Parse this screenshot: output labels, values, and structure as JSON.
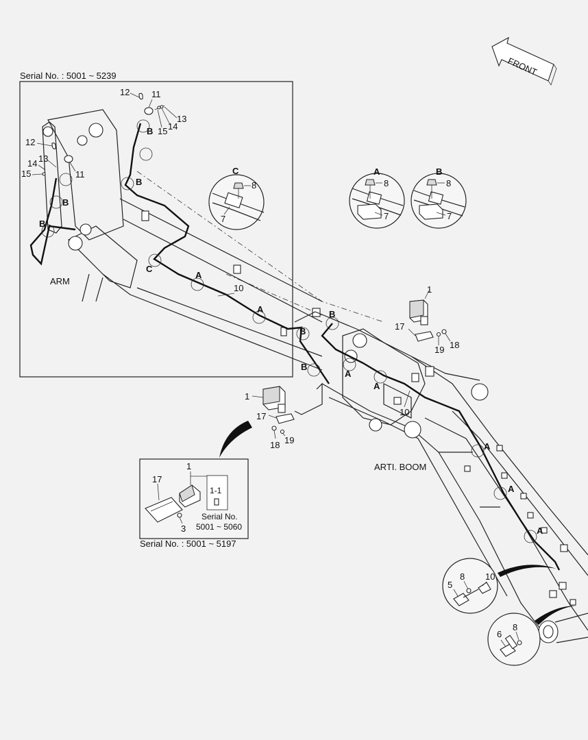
{
  "front_label": "FRONT",
  "serial_top": "Serial No. : 5001 ~ 5239",
  "serial_inset": "Serial No. : 5001 ~ 5197",
  "serial_note_title": "Serial No.",
  "serial_note_range": "5001 ~ 5060",
  "arm_label": "ARM",
  "boom_label": "ARTI. BOOM",
  "detail_label_a": "A",
  "detail_label_b": "B",
  "detail_label_c": "C",
  "callouts": {
    "n1": "1",
    "n1_1": "1-1",
    "n3": "3",
    "n5": "5",
    "n6": "6",
    "n7": "7",
    "n8": "8",
    "n10": "10",
    "n11": "11",
    "n12": "12",
    "n13": "13",
    "n14": "14",
    "n15": "15",
    "n17": "17",
    "n18": "18",
    "n19": "19"
  },
  "clip_marks": {
    "a": "A",
    "b": "B",
    "c": "C"
  }
}
